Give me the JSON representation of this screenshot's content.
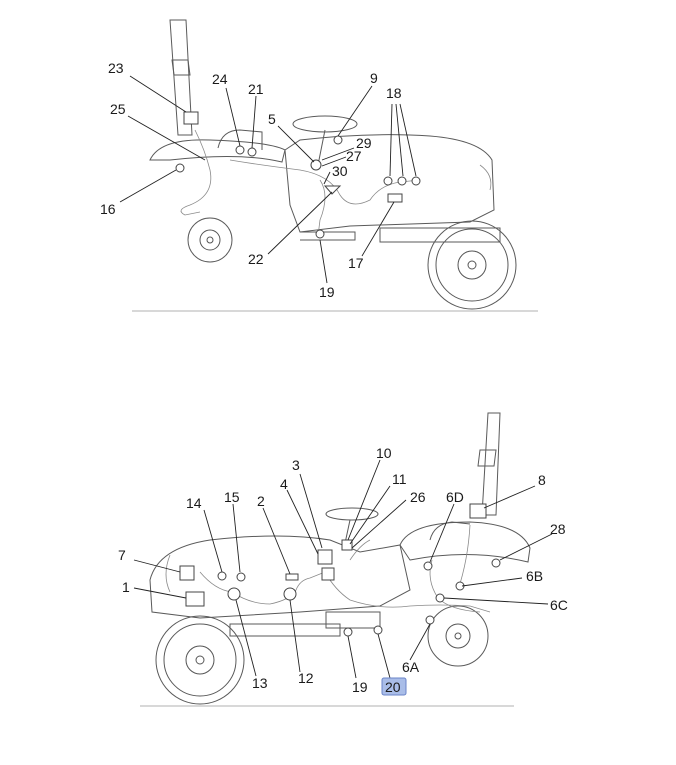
{
  "diagram": {
    "highlight_color": "#a9bde8",
    "top_view": {
      "callouts": [
        "23",
        "24",
        "21",
        "9",
        "18",
        "25",
        "5",
        "29",
        "27",
        "30",
        "16",
        "22",
        "17",
        "19"
      ]
    },
    "bottom_view": {
      "callouts": [
        "3",
        "10",
        "11",
        "26",
        "8",
        "14",
        "15",
        "2",
        "4",
        "6D",
        "28",
        "7",
        "6B",
        "1",
        "6C",
        "13",
        "12",
        "19",
        "6A",
        "20"
      ],
      "highlighted_callout": "20"
    }
  }
}
